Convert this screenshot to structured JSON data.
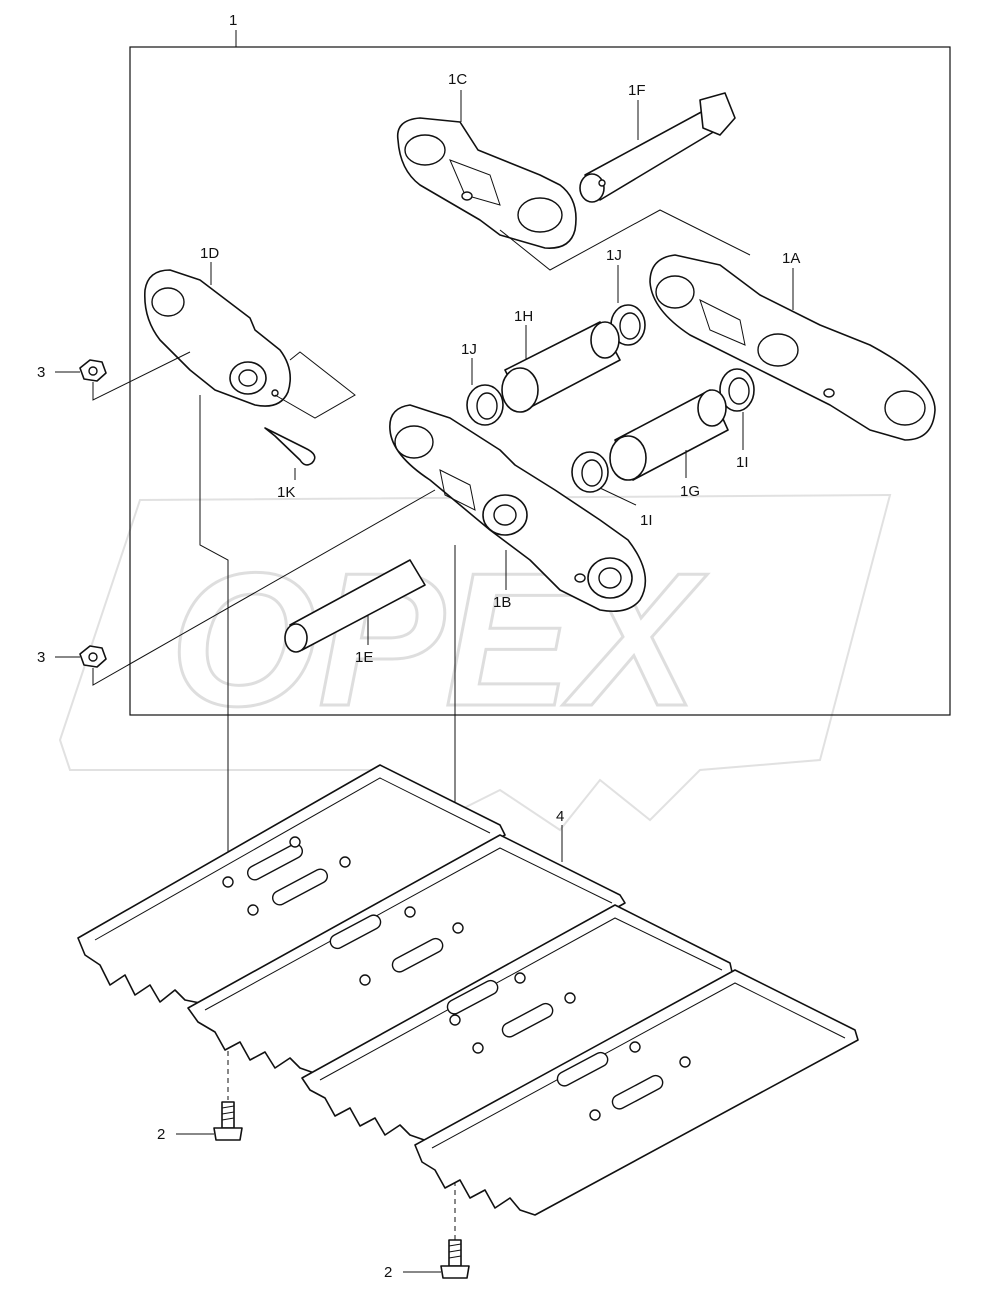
{
  "watermark": "OPEX",
  "labels": {
    "l1": "1",
    "l1A": "1A",
    "l1B": "1B",
    "l1C": "1C",
    "l1D": "1D",
    "l1E": "1E",
    "l1F": "1F",
    "l1G": "1G",
    "l1H": "1H",
    "l1I_a": "1I",
    "l1I_b": "1I",
    "l1J_a": "1J",
    "l1J_b": "1J",
    "l1K": "1K",
    "l2_a": "2",
    "l2_b": "2",
    "l3_a": "3",
    "l3_b": "3",
    "l4": "4"
  }
}
